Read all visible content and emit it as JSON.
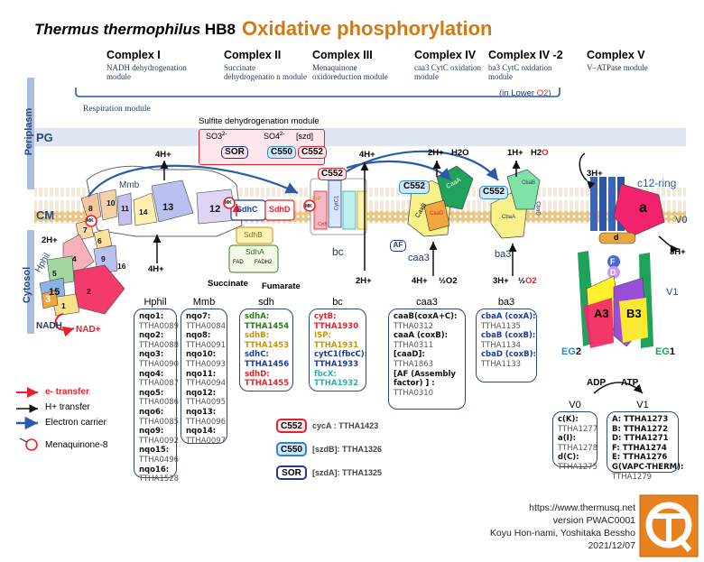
{
  "header": {
    "organism": "Thermus thermophilus",
    "strain": "HB8",
    "pathway": "Oxidative phosphorylation"
  },
  "complexes": [
    {
      "name": "Complex I",
      "module": "NADH dehydrogenation module"
    },
    {
      "name": "Complex II",
      "module": "Succinate dehydrogenatio n module"
    },
    {
      "name": "Complex III",
      "module": "Menaquinone oxidoreduction module"
    },
    {
      "name": "Complex IV",
      "module": "caa3 CytC oxidation module"
    },
    {
      "name": "Complex IV -2",
      "module": "ba3 CytC oxidation module",
      "note": "(in Lower ",
      "note_o2": "O2",
      "note_end": ")"
    },
    {
      "name": "Complex V",
      "module": "V–ATPase module"
    }
  ],
  "respiration_label": "Respiration module",
  "compartments": {
    "periplasm": "Periplasm",
    "pg": "PG",
    "cm": "CM",
    "cytosol": "Cytosol"
  },
  "sulfite": {
    "title": "Sulfite dehydrogenation module",
    "so3": "SO3",
    "so3_charge": "2-",
    "so4": "SO4",
    "so4_charge": "2-",
    "szd": "[szd]",
    "sor": "SOR",
    "c550": "C550",
    "c552": "C552"
  },
  "complex1_labels": {
    "mmb": "Mmb",
    "hphil": "Hphil",
    "subunits": [
      "8",
      "10",
      "11",
      "14",
      "13",
      "12",
      "7",
      "6",
      "4",
      "9",
      "16",
      "5",
      "15",
      "2",
      "3",
      "1"
    ],
    "mk": "MK",
    "nadh": "NADH",
    "nad": "NAD+",
    "h_in": "2H+",
    "h_out": "4H+",
    "h_out2": "4H+"
  },
  "complex2_labels": {
    "sdhc": "SdhC",
    "sdhd": "SdhD",
    "sdhb": "SdhB",
    "sdha": "SdhA",
    "fad": "FAD",
    "fadh2": "FADH2",
    "succinate": "Succinate",
    "fumarate": "Fumarate",
    "mk": "MK"
  },
  "complex3_labels": {
    "c552": "C552",
    "cytc1": "CytC1",
    "isp": "ISP",
    "cytb": "CytB",
    "name": "bc",
    "h_out": "4H+",
    "h_in": "2H+",
    "mk": "MK"
  },
  "complex4_labels": {
    "c552": "C552",
    "caaa": "CaaA",
    "caab": "CaaB",
    "caad": "CaaD",
    "af": "AF",
    "name": "caa3",
    "h_out": "2H+",
    "h2o": "H2O",
    "h_in": "4H+",
    "o2": "½O2"
  },
  "complex4b_labels": {
    "c552": "C552",
    "cbab": "CbaB",
    "cbaa": "CbaA",
    "cbad": "CbaD",
    "name": "ba3",
    "h_out": "1H+",
    "h2o": "H2",
    "h2o_o": "O",
    "h_in": "3H+",
    "o2_pre": "½",
    "o2": "O2"
  },
  "complex5_labels": {
    "ring": "c12-ring",
    "a": "a",
    "v0": "V0",
    "d": "d",
    "f": "F",
    "d2": "D",
    "a3": "A3",
    "b3": "B3",
    "v1": "V1",
    "eg2_pre": "EG",
    "eg2": "2",
    "eg1_pre": "EG",
    "eg1": "1",
    "adp": "ADP",
    "atp": "ATP",
    "h_out": "3H+",
    "h_in": "3H+"
  },
  "gene_boxes": [
    {
      "title": "Hphil",
      "lines": [
        [
          "nqo1:",
          "b"
        ],
        [
          "TTHA0089",
          ""
        ],
        [
          "nqo2:",
          "b"
        ],
        [
          "TTHA0088",
          ""
        ],
        [
          "nqo3:",
          "b"
        ],
        [
          "TTHA0090",
          ""
        ],
        [
          "nqo4:",
          "b"
        ],
        [
          "TTHA0087",
          ""
        ],
        [
          "nqo5:",
          "b"
        ],
        [
          "TTHA0086",
          ""
        ],
        [
          "nqo6:",
          "b"
        ],
        [
          "TTHA0085",
          ""
        ],
        [
          "nqo9:",
          "b"
        ],
        [
          "TTHA0092",
          ""
        ],
        [
          "nqo15:",
          "b"
        ],
        [
          "TTHA0496",
          ""
        ],
        [
          "nqo16:",
          "b"
        ],
        [
          "TTHA1528",
          ""
        ]
      ]
    },
    {
      "title": "Mmb",
      "lines": [
        [
          "nqo7:",
          "b"
        ],
        [
          "TTHA0084",
          ""
        ],
        [
          "nqo8:",
          "b"
        ],
        [
          "TTHA0091",
          ""
        ],
        [
          "nqo10:",
          "b"
        ],
        [
          "TTHA0093",
          ""
        ],
        [
          "nqo11:",
          "b"
        ],
        [
          "TTHA0094",
          ""
        ],
        [
          "nqo12:",
          "b"
        ],
        [
          "TTHA0095",
          ""
        ],
        [
          "nqo13:",
          "b"
        ],
        [
          "TTHA0096",
          ""
        ],
        [
          "nqo14:",
          "b"
        ],
        [
          "TTHA0097",
          ""
        ]
      ]
    },
    {
      "title": "sdh",
      "lines": [
        [
          "sdhA:",
          "g"
        ],
        [
          "TTHA1454",
          "g"
        ],
        [
          "sdhB:",
          "y"
        ],
        [
          "TTHA1453",
          "y"
        ],
        [
          "sdhC:",
          "bl"
        ],
        [
          "TTHA1456",
          "bl"
        ],
        [
          "sdhD:",
          "r"
        ],
        [
          "TTHA1455",
          "r"
        ]
      ]
    },
    {
      "title": "bc",
      "lines": [
        [
          "cytB:",
          "r"
        ],
        [
          "TTHA1930",
          "r"
        ],
        [
          "ISP:",
          "y"
        ],
        [
          "TTHA1931",
          "y"
        ],
        [
          "cytC1(fbcC):",
          "bl"
        ],
        [
          "TTHA1933",
          "bl"
        ],
        [
          "fbcX:",
          "c"
        ],
        [
          "TTHA1932",
          "c"
        ]
      ]
    },
    {
      "title": "caa3",
      "lines": [
        [
          "caaB(coxA+C):",
          "b"
        ],
        [
          "TTHA0312",
          ""
        ],
        [
          "caaA (coxB):",
          "b"
        ],
        [
          "TTHA0311",
          ""
        ],
        [
          "[caaD]:",
          "b"
        ],
        [
          "TTHA1863",
          ""
        ],
        [
          "[AF (Assembly",
          "b"
        ],
        [
          " factor) ] :",
          "b"
        ],
        [
          "TTHA0310",
          ""
        ]
      ]
    },
    {
      "title": "ba3",
      "lines": [
        [
          "cbaA (coxA):",
          "bl"
        ],
        [
          "TTHA1135",
          ""
        ],
        [
          "cbaB (coxB):",
          "bl"
        ],
        [
          "TTHA1134",
          ""
        ],
        [
          "cbaD (coxB):",
          "bl"
        ],
        [
          "TTHA1133",
          ""
        ]
      ]
    },
    {
      "title": "V0",
      "lines": [
        [
          "c(K):",
          "b"
        ],
        [
          "TTHA1277",
          ""
        ],
        [
          "a(I):",
          "b"
        ],
        [
          "TTHA1278",
          ""
        ],
        [
          "d(C):",
          "b"
        ],
        [
          "TTHA1275",
          ""
        ]
      ]
    },
    {
      "title": "V1",
      "lines": [
        [
          "A: TTHA1273",
          "b"
        ],
        [
          "B: TTHA1272",
          "b"
        ],
        [
          "D: TTHA1271",
          "b"
        ],
        [
          "F: TTHA1274",
          "b"
        ],
        [
          "E: TTHA1276",
          "b"
        ],
        [
          "G(VAPC-THERM):",
          "b"
        ],
        [
          "TTHA1279",
          ""
        ]
      ]
    }
  ],
  "carriers": [
    {
      "label": "C552",
      "desc": "cycA : TTHA1423"
    },
    {
      "label": "C550",
      "desc": "[szdB]: TTHA1326"
    },
    {
      "label": "SOR",
      "desc": "[szdA]: TTHA1325"
    }
  ],
  "legend": {
    "e": "e- transfer",
    "h": "H+ transfer",
    "carrier": "Electron carrier",
    "mk": "Menaquinone-8"
  },
  "credits": {
    "url": "https://www.thermusq.net",
    "version": "version PWAC0001",
    "authors": "Koyu Hon-nami, Yoshitaka Bessho",
    "date": "2021/12/07"
  },
  "colors": {
    "title_orange": "#d07a14",
    "navy": "#1c3a6e",
    "red": "#e8212a",
    "membrane": "#f4d28a",
    "pg_band": "#dfe7f4",
    "periplasm_bar": "#a9bddf"
  }
}
